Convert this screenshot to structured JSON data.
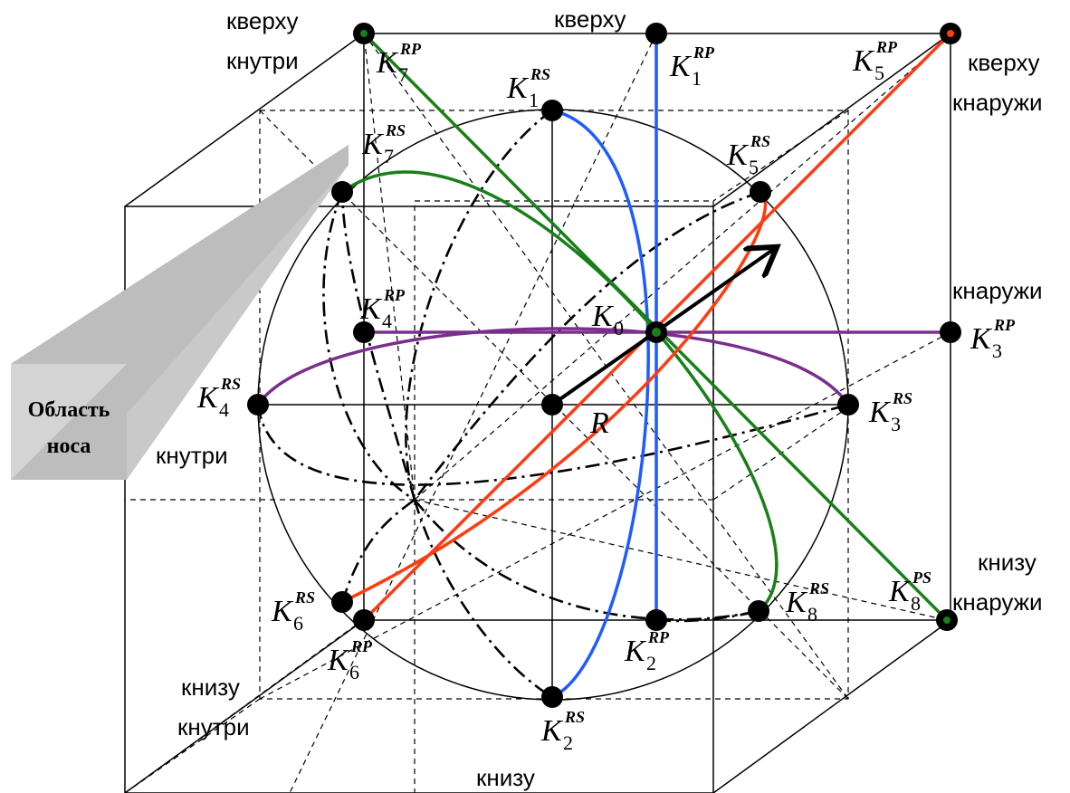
{
  "direction_labels": {
    "top_inner": [
      "кверху",
      "кнутри"
    ],
    "top": "кверху",
    "top_outer": [
      "кверху",
      "кнаружи"
    ],
    "outer": "кнаружи",
    "inner": "кнутри",
    "bottom_outer": [
      "книзу",
      "кнаружи"
    ],
    "bottom_inner": [
      "книзу",
      "кнутри"
    ],
    "bottom": "книзу"
  },
  "nose_region": [
    "Область",
    "носа"
  ],
  "center_label": "R",
  "points": [
    {
      "main": "K",
      "sub": "0",
      "sup": ""
    },
    {
      "main": "K",
      "sub": "1",
      "sup": "RP"
    },
    {
      "main": "K",
      "sub": "2",
      "sup": "RP"
    },
    {
      "main": "K",
      "sub": "3",
      "sup": "RP"
    },
    {
      "main": "K",
      "sub": "4",
      "sup": "RP"
    },
    {
      "main": "K",
      "sub": "5",
      "sup": "RP"
    },
    {
      "main": "K",
      "sub": "6",
      "sup": "RP"
    },
    {
      "main": "K",
      "sub": "7",
      "sup": "RP"
    },
    {
      "main": "K",
      "sub": "8",
      "sup": "PS"
    },
    {
      "main": "K",
      "sub": "1",
      "sup": "RS"
    },
    {
      "main": "K",
      "sub": "2",
      "sup": "RS"
    },
    {
      "main": "K",
      "sub": "3",
      "sup": "RS"
    },
    {
      "main": "K",
      "sub": "4",
      "sup": "RS"
    },
    {
      "main": "K",
      "sub": "5",
      "sup": "RS"
    },
    {
      "main": "K",
      "sub": "6",
      "sup": "RS"
    },
    {
      "main": "K",
      "sub": "7",
      "sup": "RS"
    },
    {
      "main": "K",
      "sub": "8",
      "sup": "RS"
    }
  ],
  "colors": {
    "blue": "#1f5cff",
    "green": "#1a7f1a",
    "red": "#ff3b10",
    "purple": "#7b2f8c",
    "black": "#000000"
  }
}
